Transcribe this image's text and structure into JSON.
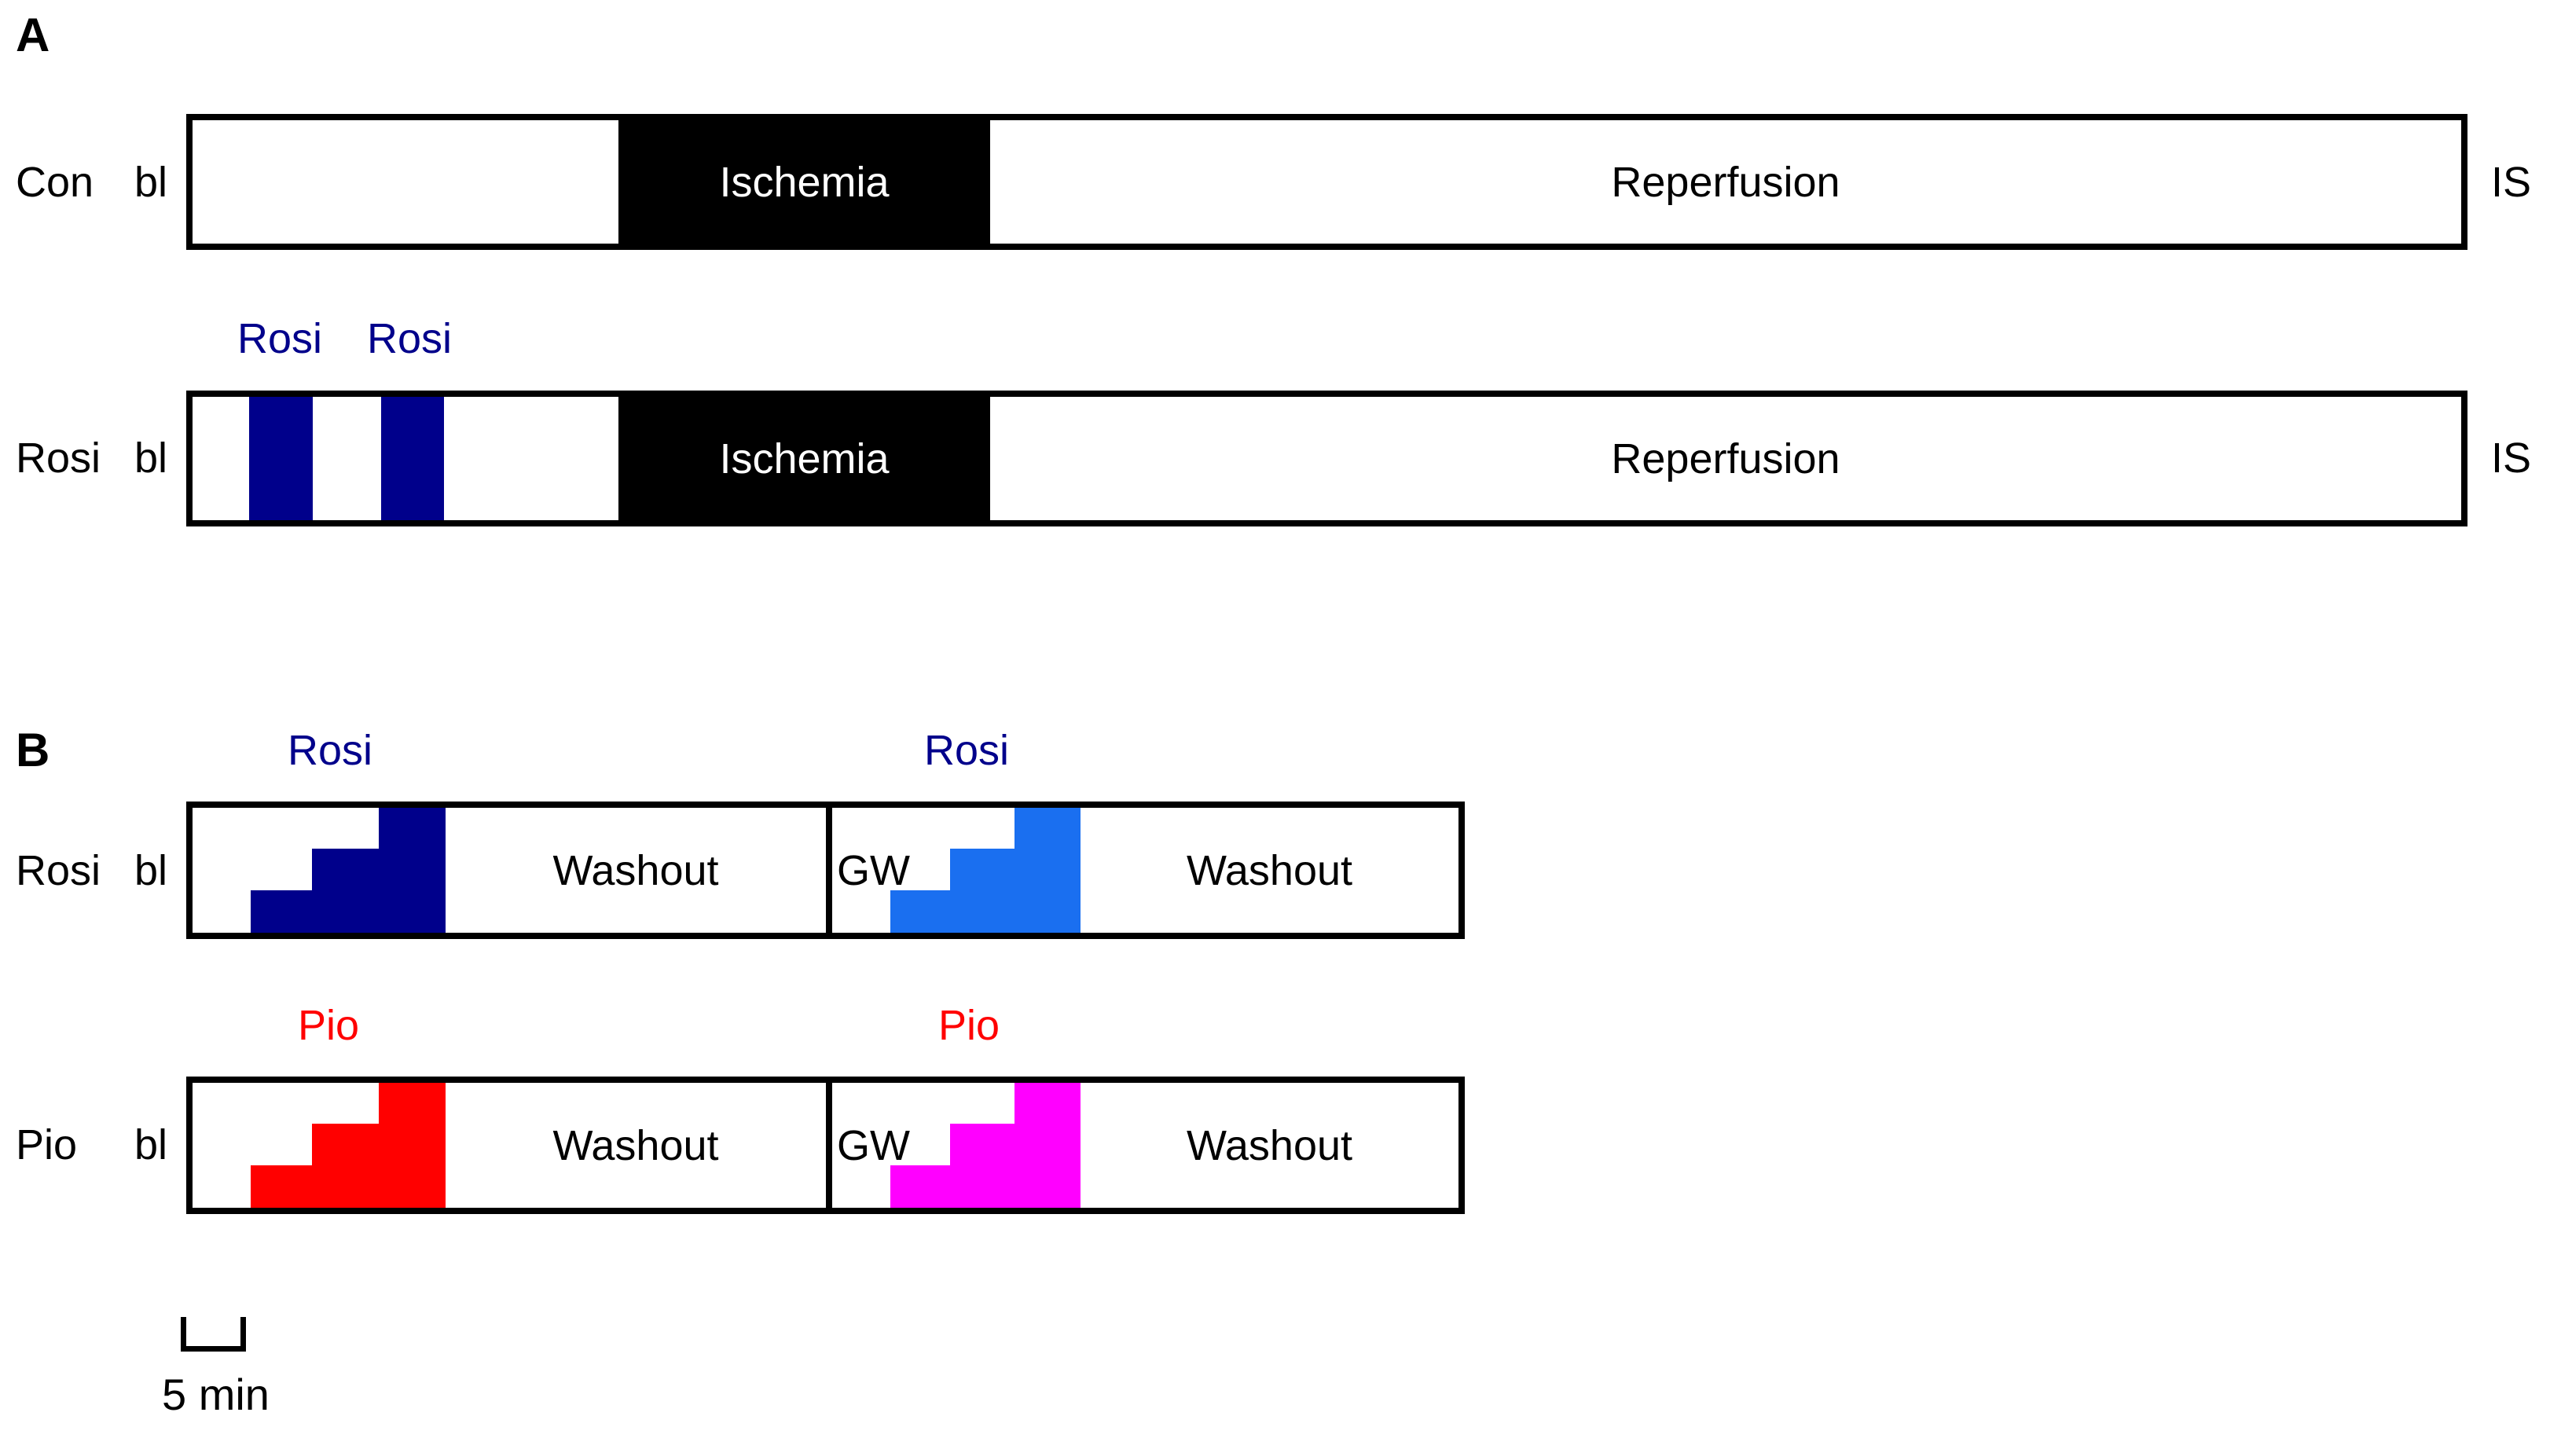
{
  "colors": {
    "navy": "#00008B",
    "bright_blue": "#1A6FF0",
    "red": "#FF0000",
    "magenta": "#FF00FF"
  },
  "panel_a": {
    "label": "A",
    "rows": [
      {
        "left_word": "Con",
        "left_bl": "bl",
        "ischemia_label": "Ischemia",
        "reperfusion_label": "Reperfusion",
        "right_label": "IS"
      },
      {
        "left_word": "Rosi",
        "left_bl": "bl",
        "pulse_labels": [
          "Rosi",
          "Rosi"
        ],
        "ischemia_label": "Ischemia",
        "reperfusion_label": "Reperfusion",
        "right_label": "IS"
      }
    ]
  },
  "panel_b": {
    "label": "B",
    "rows": [
      {
        "left_word": "Rosi",
        "left_bl": "bl",
        "drug1_label": "Rosi",
        "washout1_label": "Washout",
        "gw_label": "GW",
        "drug2_label": "Rosi",
        "washout2_label": "Washout"
      },
      {
        "left_word": "Pio",
        "left_bl": "bl",
        "drug1_label": "Pio",
        "washout1_label": "Washout",
        "gw_label": "GW",
        "drug2_label": "Pio",
        "washout2_label": "Washout"
      }
    ]
  },
  "scale_bar": {
    "label": "5 min"
  }
}
